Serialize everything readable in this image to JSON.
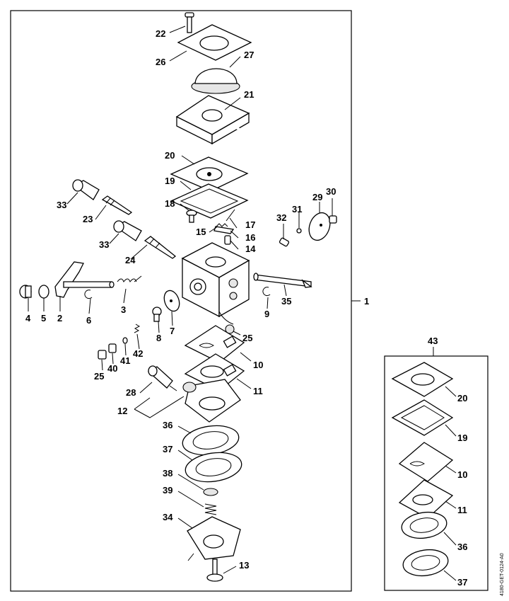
{
  "callouts": [
    {
      "id": "c22",
      "text": "22"
    },
    {
      "id": "c26",
      "text": "26"
    },
    {
      "id": "c27",
      "text": "27"
    },
    {
      "id": "c21",
      "text": "21"
    },
    {
      "id": "c20",
      "text": "20"
    },
    {
      "id": "c19",
      "text": "19"
    },
    {
      "id": "c18",
      "text": "18"
    },
    {
      "id": "c17",
      "text": "17"
    },
    {
      "id": "c16",
      "text": "16"
    },
    {
      "id": "c15",
      "text": "15"
    },
    {
      "id": "c14",
      "text": "14"
    },
    {
      "id": "c33a",
      "text": "33"
    },
    {
      "id": "c23",
      "text": "23"
    },
    {
      "id": "c33b",
      "text": "33"
    },
    {
      "id": "c24",
      "text": "24"
    },
    {
      "id": "c32",
      "text": "32"
    },
    {
      "id": "c31",
      "text": "31"
    },
    {
      "id": "c29",
      "text": "29"
    },
    {
      "id": "c30",
      "text": "30"
    },
    {
      "id": "c4",
      "text": "4"
    },
    {
      "id": "c5",
      "text": "5"
    },
    {
      "id": "c2",
      "text": "2"
    },
    {
      "id": "c6",
      "text": "6"
    },
    {
      "id": "c3",
      "text": "3"
    },
    {
      "id": "c8",
      "text": "8"
    },
    {
      "id": "c7",
      "text": "7"
    },
    {
      "id": "c9",
      "text": "9"
    },
    {
      "id": "c35",
      "text": "35"
    },
    {
      "id": "c1",
      "text": "1"
    },
    {
      "id": "c25a",
      "text": "25"
    },
    {
      "id": "c10",
      "text": "10"
    },
    {
      "id": "c42",
      "text": "42"
    },
    {
      "id": "c41",
      "text": "41"
    },
    {
      "id": "c40",
      "text": "40"
    },
    {
      "id": "c25b",
      "text": "25"
    },
    {
      "id": "c11",
      "text": "11"
    },
    {
      "id": "c28",
      "text": "28"
    },
    {
      "id": "c12",
      "text": "12"
    },
    {
      "id": "c36",
      "text": "36"
    },
    {
      "id": "c37",
      "text": "37"
    },
    {
      "id": "c38",
      "text": "38"
    },
    {
      "id": "c39",
      "text": "39"
    },
    {
      "id": "c34",
      "text": "34"
    },
    {
      "id": "c13",
      "text": "13"
    },
    {
      "id": "c43",
      "text": "43"
    },
    {
      "id": "k20",
      "text": "20"
    },
    {
      "id": "k19",
      "text": "19"
    },
    {
      "id": "k10",
      "text": "10"
    },
    {
      "id": "k11",
      "text": "11"
    },
    {
      "id": "k36",
      "text": "36"
    },
    {
      "id": "k37",
      "text": "37"
    }
  ],
  "drawing_code": "4180-GET-0124-A0"
}
